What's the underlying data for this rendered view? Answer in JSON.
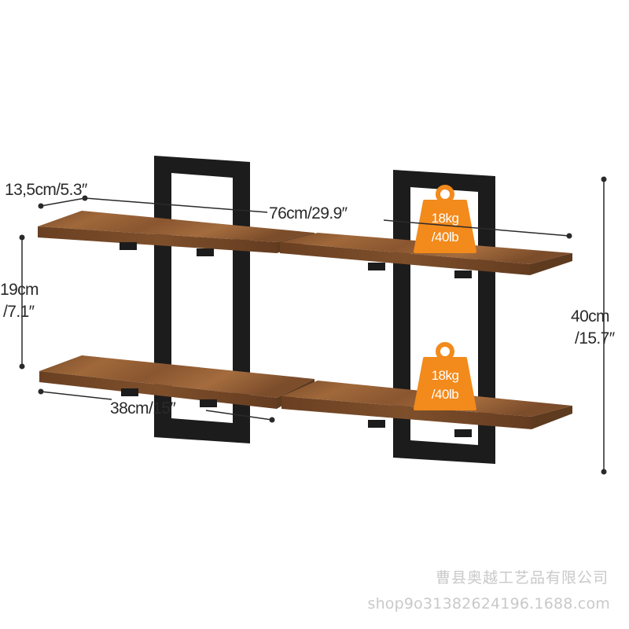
{
  "product": {
    "depth_label": "13,5cm/5.3″",
    "length_label": "76cm/29.9″",
    "gap_label_line1": "19cm",
    "gap_label_line2": "/7.1″",
    "height_label_line1": "40cm",
    "height_label_line2": "/15.7″",
    "shelf_label": "38cm/15″",
    "load_badges": [
      {
        "weight_line1": "18kg",
        "weight_line2": "/40lb"
      },
      {
        "weight_line1": "18kg",
        "weight_line2": "/40lb"
      }
    ]
  },
  "watermark": {
    "company": "曹县奥越工艺品有限公司",
    "shop": "shop9o31382624196.1688.com"
  },
  "colors": {
    "wood": "#8a5a33",
    "wood_dark": "#5e3a1e",
    "metal": "#1c1c1c",
    "badge": "#f28a1c",
    "dimension_line": "#2a2a2a"
  }
}
